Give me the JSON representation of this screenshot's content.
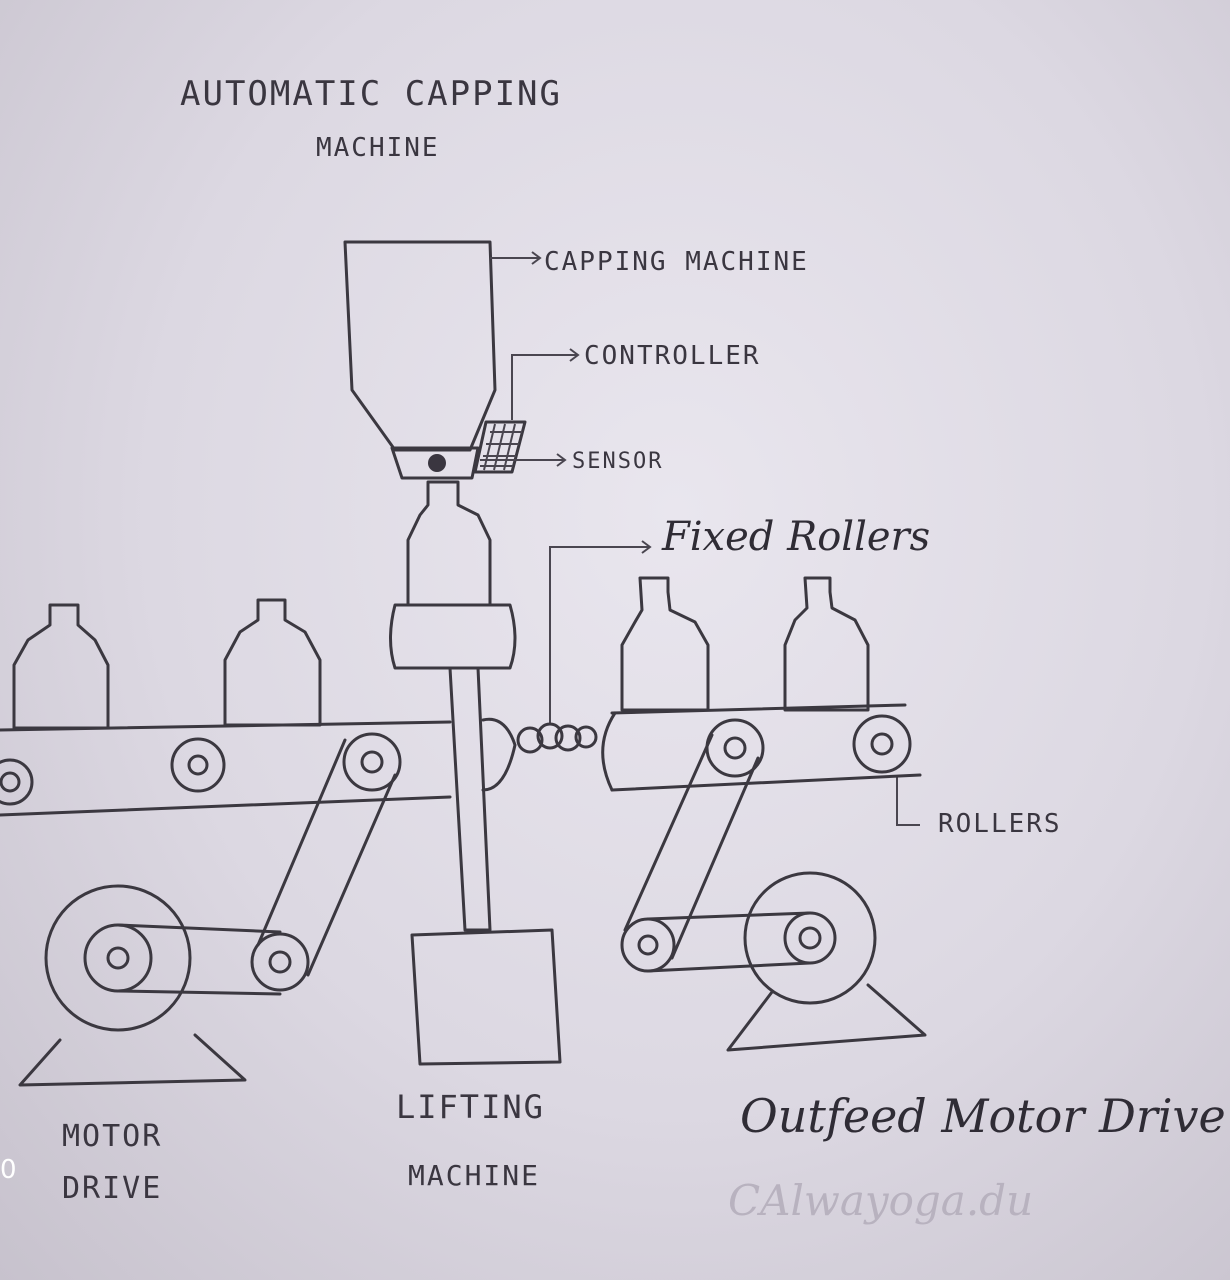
{
  "title": {
    "line1": "AUTOMATIC CAPPING",
    "line2": "MACHINE"
  },
  "labels": {
    "capping_machine": "CAPPING MACHINE",
    "controller": "CONTROLLER",
    "sensor": "SENSOR",
    "fixed_rollers": "Fixed Rollers",
    "rollers": "ROLLERS",
    "motor_drive_1": "MOTOR",
    "motor_drive_2": "DRIVE",
    "lifting_machine_1": "LIFTING",
    "lifting_machine_2": "MACHINE",
    "outfeed_motor_drive": "Outfeed Motor Drive",
    "signature": "CAlwayoga.du"
  },
  "edge_mark": "0",
  "colors": {
    "paper": "#dcd8e2",
    "ink": "#3b3840"
  }
}
